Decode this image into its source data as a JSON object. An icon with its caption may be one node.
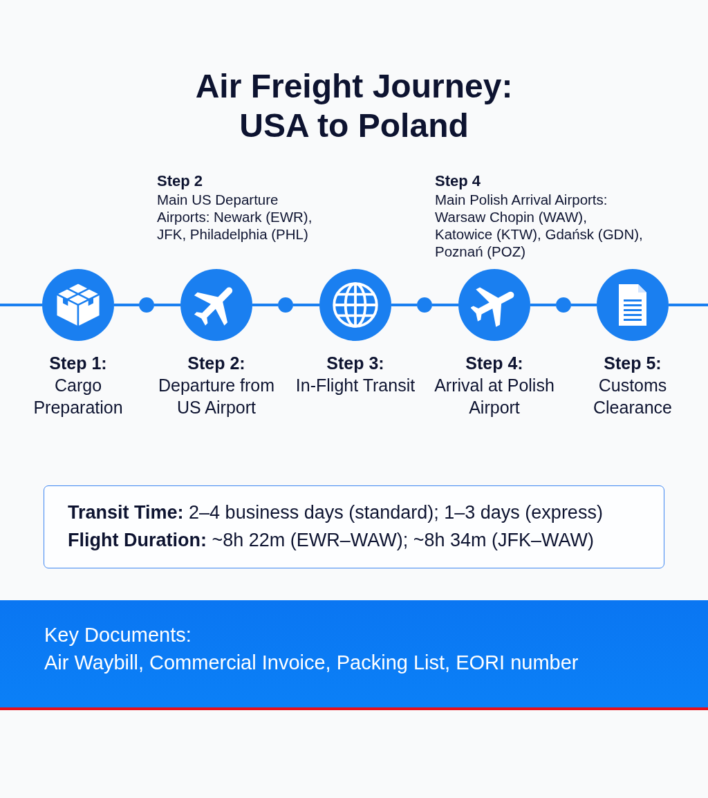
{
  "diagram": {
    "title": "Air Freight Journey: USA to Poland",
    "nodes": [
      {
        "text": [
          "Step 1:",
          "Cargo Preparation"
        ]
      },
      {
        "text": [],
        "shape": "circle"
      },
      {
        "text": [
          "Step 2:",
          "Departure from US Airport"
        ],
        "beside": [
          "Step 2",
          "Main US Departure Airports: Newark (EWR), JFK, Philadelphia (PHL)"
        ]
      },
      {
        "text": [],
        "shape": "circle"
      },
      {
        "text": [
          "Step 3:",
          "In-Flight Transit"
        ]
      },
      {
        "text": [],
        "shape": "circle"
      },
      {
        "text": [
          "Step 4:",
          "Arrival at Polish Airport"
        ],
        "beside": [
          "Step 4",
          "Main Polish Arrival Airports: Warsaw Chopin (WAW), Katowice (KTW), Gdańsk (GDN), Poznań (POZ)"
        ]
      },
      {
        "text": [],
        "shape": "circle"
      },
      {
        "text": [
          "Step 5:",
          "Customs Clearance"
        ]
      },
      {
        "text": [
          "**Transit Time:** 2–4 business days (standard); 1–3 days (express)",
          "**Flight Duration:** ~8h 22m (EWR–WAW); ~8h 34m (JFK–WAW)"
        ]
      },
      {
        "text": [
          "Key Documents:",
          "Air Waybill, Commercial Invoice, Packing List, EORI number"
        ]
      }
    ],
    "edges": [
      {
        "from": null,
        "to": 0,
        "arrow": "none"
      },
      {
        "from": 0,
        "to": 1,
        "arrow": "none"
      },
      {
        "from": 1,
        "to": 2,
        "arrow": "none"
      },
      {
        "from": 2,
        "to": 3,
        "arrow": "none"
      },
      {
        "from": 3,
        "to": 4,
        "arrow": "none"
      },
      {
        "from": 4,
        "to": 5,
        "arrow": "none"
      },
      {
        "from": 5,
        "to": 6,
        "arrow": "none"
      },
      {
        "from": 6,
        "to": 7,
        "arrow": "none"
      },
      {
        "from": 7,
        "to": 8,
        "arrow": "none"
      },
      {
        "from": 8,
        "to": null,
        "arrow": "none"
      }
    ]
  }
}
